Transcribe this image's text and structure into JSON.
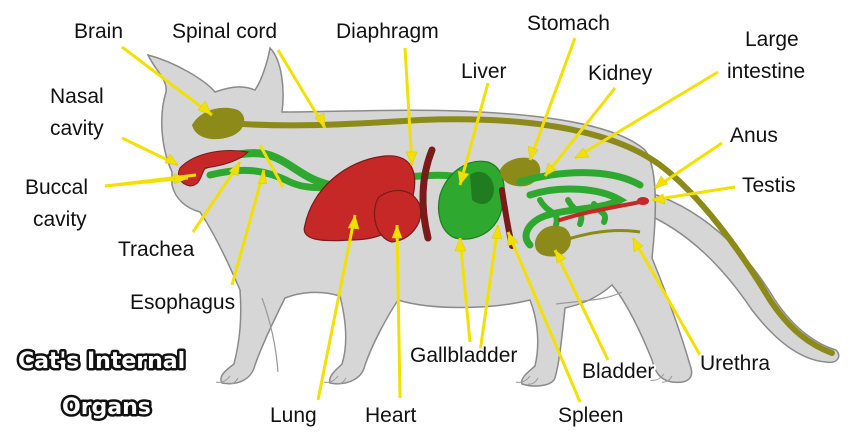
{
  "title": {
    "line1": "Cat's Internal",
    "line2": "Organs"
  },
  "labels": {
    "brain": "Brain",
    "spinal_cord": "Spinal cord",
    "diaphragm": "Diaphragm",
    "stomach": "Stomach",
    "liver": "Liver",
    "kidney": "Kidney",
    "large_intestine_1": "Large",
    "large_intestine_2": "intestine",
    "nasal_cavity_1": "Nasal",
    "nasal_cavity_2": "cavity",
    "anus": "Anus",
    "buccal_cavity_1": "Buccal",
    "buccal_cavity_2": "cavity",
    "testis": "Testis",
    "trachea": "Trachea",
    "esophagus": "Esophagus",
    "gallbladder": "Gallbladder",
    "bladder": "Bladder",
    "urethra": "Urethra",
    "lung": "Lung",
    "heart": "Heart",
    "spleen": "Spleen"
  },
  "colors": {
    "body_fill": "#d6d6d6",
    "body_outline": "#8a8a8a",
    "red_organ": "#c62828",
    "green_organ": "#2fa82f",
    "dark_green": "#1f7d1f",
    "olive_organ": "#8c8a18",
    "maroon_organ": "#7a1a1a",
    "pointer": "#f2e100"
  }
}
